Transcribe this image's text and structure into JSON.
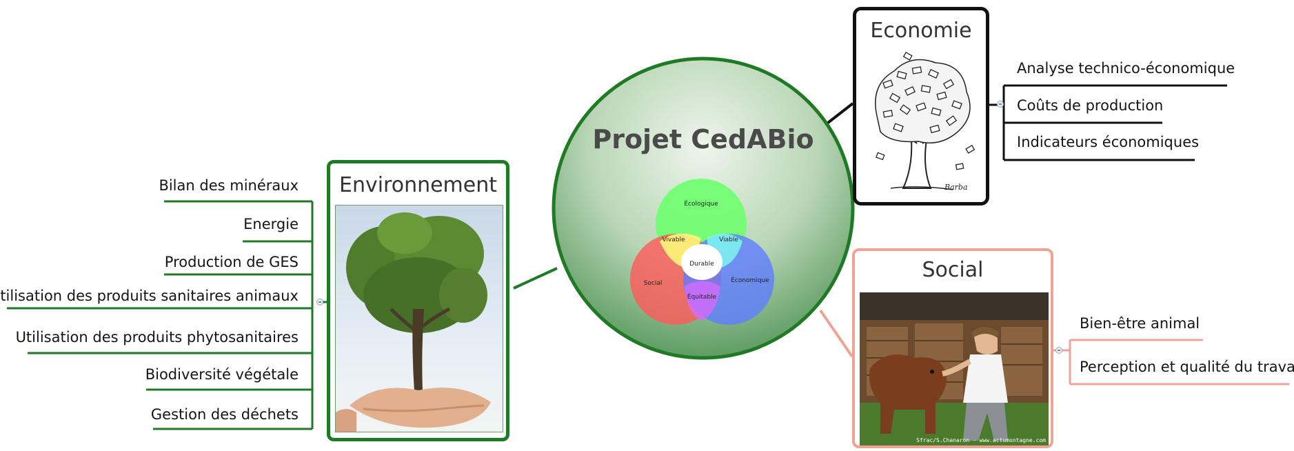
{
  "center": {
    "title": "Projet CedABio"
  },
  "venn": {
    "ecologique": "Écologique",
    "social": "Social",
    "economique": "Économique",
    "vivable": "Vivable",
    "viable": "Viable",
    "equitable": "Équitable",
    "durable": "Durable"
  },
  "economie": {
    "title": "Economie",
    "image_signature": "Barba",
    "items": [
      "Analyse technico-économique",
      "Coûts de production",
      "Indicateurs économiques"
    ]
  },
  "environnement": {
    "title": "Environnement",
    "items": [
      "Bilan des minéraux",
      "Energie",
      "Production de GES",
      "Utilisation des produits sanitaires animaux",
      "Utilisation des produits phytosanitaires",
      "Biodiversité végétale",
      "Gestion des déchets"
    ]
  },
  "social": {
    "title": "Social",
    "photo_credit": "Sfrac/S.Chanaron - www.actumontagne.com",
    "items": [
      "Bien-être animal",
      "Perception et qualité du travail"
    ]
  },
  "colors": {
    "green": "#1e7a24",
    "black": "#111111",
    "salmon": "#f0a394",
    "center_fill_top": "#e7f1e4",
    "center_fill_bottom": "#5a9e62"
  }
}
